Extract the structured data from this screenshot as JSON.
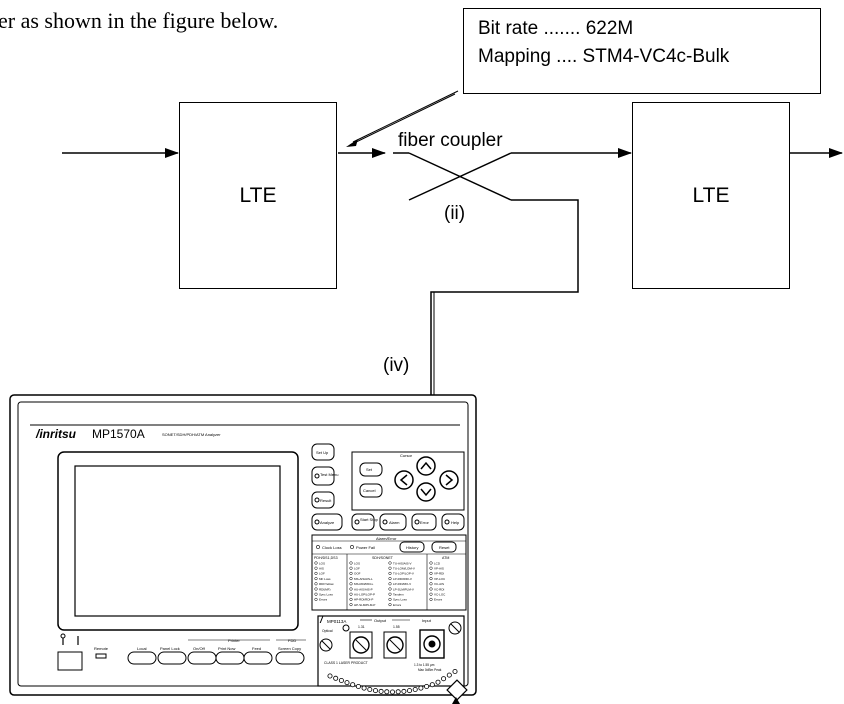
{
  "intro_text": "er as shown in the figure below.",
  "callout": {
    "line1": "Bit rate ....... 622M",
    "line2": "Mapping .... STM4-VC4c-Bulk"
  },
  "lte_left": "LTE",
  "lte_right": "LTE",
  "fiber_coupler": "fiber coupler",
  "label_ii": "(ii)",
  "label_iv": "(iv)",
  "device": {
    "brand": "/inritsu",
    "model": "MP1570A",
    "subtitle": "SONET/SDH/PDH/ATM Analyzer",
    "buttons": {
      "setup": "Set Up",
      "test_menu": "Test Menu",
      "result": "Result",
      "analyze": "Analyze",
      "start_stop": "Start Stop",
      "alarm": "Alarm",
      "error": "Error",
      "help": "Help",
      "set": "Set",
      "cancel": "Cancel",
      "history": "History",
      "reset": "Reset",
      "cursor": "Cursor",
      "remote": "Remote",
      "local": "Local",
      "panel_lock": "Panel Lock",
      "on_off": "On/Off",
      "print_now": "Print Now",
      "feed": "Feed",
      "screen_copy": "Screen Copy",
      "printer": "Printer",
      "fdd": "FDD"
    },
    "alarm_error": {
      "title": "Alarm/Error",
      "clock_loss": "Clock Loss",
      "power_fail": "Power Fail"
    },
    "columns": {
      "pdh": {
        "title": "PDH/DS1,DS3",
        "items": [
          "LOS",
          "AIS",
          "LOF",
          "MF Loss",
          "RDI/Yellow",
          "RDI(MF)",
          "Sync Loss",
          "Errors"
        ]
      },
      "sdh": {
        "title": "SDH/SONET",
        "col1": [
          "LOS",
          "LOF",
          "OOF",
          "MS-AIS/AIS-L",
          "MS-RDI/RDI-L",
          "AU-AIS/AIS-P",
          "AU-LOP/LOP-P",
          "HP-RDI/RDI-P",
          "HP-SLM/PLM-P"
        ],
        "col2": [
          "TU-AIS/AIS-V",
          "TU-LOM/LOM-V",
          "TU-LOP/LOP-V",
          "LP-RDI/RDI-V",
          "LP-RFI/RFI-V",
          "LP-SLM/PLM-V",
          "Tandem",
          "Sync Loss",
          "Errors"
        ]
      },
      "atm": {
        "title": "ATM",
        "items": [
          "LCD",
          "VP-AIS",
          "VP-RDI",
          "VP-LOC",
          "VC-AIS",
          "VC-RDI",
          "VC-LOC",
          "Errors"
        ]
      }
    },
    "module": {
      "name": "MP0113A",
      "output": "Output",
      "output_1": "1.31",
      "output_2": "1.55",
      "input": "Input",
      "optical": "Optical",
      "class_label": "CLASS 1 LASER PRODUCT",
      "input_spec": "1.3 to 1.55 µm",
      "max_note": "Max 0dBm Peak"
    }
  }
}
